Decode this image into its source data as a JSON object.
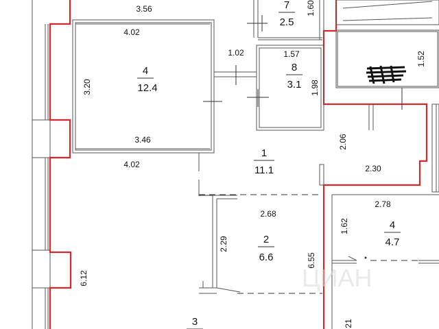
{
  "rooms": [
    {
      "id": "4a",
      "number": "4",
      "area": "12.4"
    },
    {
      "id": "7",
      "number": "7",
      "area": "2.5"
    },
    {
      "id": "8",
      "number": "8",
      "area": "3.1"
    },
    {
      "id": "1",
      "number": "1",
      "area": "11.1"
    },
    {
      "id": "2",
      "number": "2",
      "area": "6.6"
    },
    {
      "id": "4b",
      "number": "4",
      "area": "4.7"
    },
    {
      "id": "3",
      "number": "3",
      "area": ""
    }
  ],
  "dims": {
    "top_356": "3.56",
    "r4_top": "4.02",
    "r4_left": "3.20",
    "r4_inner_bottom": "3.46",
    "r4_bottom": "4.02",
    "door_102": "1.02",
    "r7_160": "1.60",
    "r8_157": "1.57",
    "r8_198": "1.98",
    "right_152": "1.52",
    "r1_206": "2.06",
    "r1_230": "2.30",
    "r2_268": "2.68",
    "r2_229": "2.29",
    "r2_655": "6.55",
    "r4b_278": "2.78",
    "r4b_162": "1.62",
    "left_612": "6.12",
    "bottom_21": "21"
  },
  "watermark": "ЦИАН",
  "colors": {
    "outline": "#d8262b",
    "wall": "#555555"
  }
}
